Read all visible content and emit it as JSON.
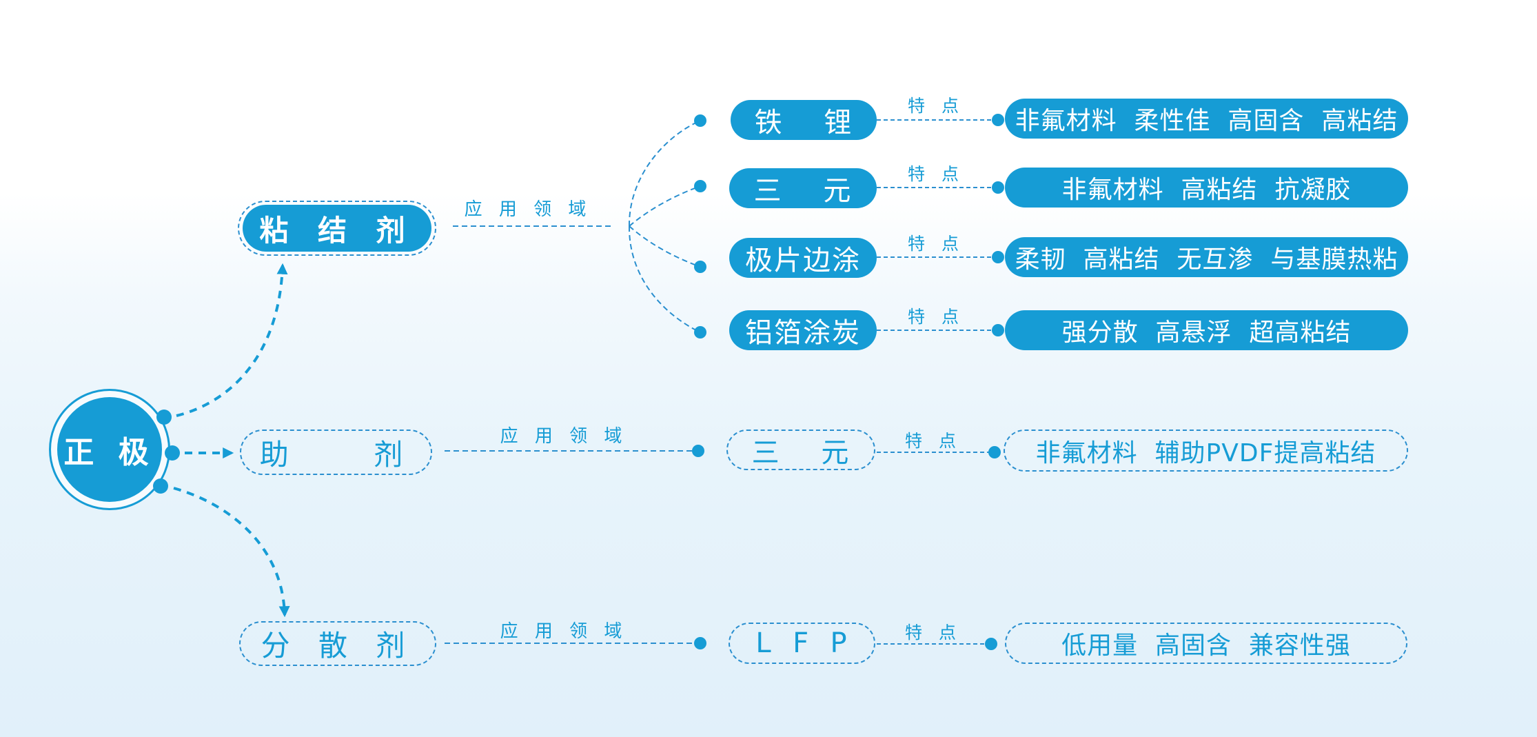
{
  "root": {
    "label": "正 极"
  },
  "colors": {
    "primary": "#169cd5",
    "line": "#2a8fcf",
    "background_top": "#ffffff",
    "background_bottom": "#e1f0fa"
  },
  "connector_labels": {
    "application": "应 用 领 域",
    "feature": "特 点"
  },
  "categories": [
    {
      "label": "粘 结 剂",
      "style": "solid",
      "applications": [
        {
          "label": "铁    锂",
          "features": "非氟材料  柔性佳  高固含  高粘结"
        },
        {
          "label": "三    元",
          "features": "非氟材料  高粘结  抗凝胶"
        },
        {
          "label": "极片边涂",
          "features": "柔韧  高粘结  无互渗  与基膜热粘"
        },
        {
          "label": "铝箔涂炭",
          "features": "强分散  高悬浮  超高粘结"
        }
      ]
    },
    {
      "label": "助    剂",
      "style": "dashed",
      "applications": [
        {
          "label": "三    元",
          "features": "非氟材料  辅助PVDF提高粘结"
        }
      ]
    },
    {
      "label": "分 散 剂",
      "style": "dashed",
      "applications": [
        {
          "label": "L  F  P",
          "features": "低用量  高固含  兼容性强"
        }
      ]
    }
  ]
}
